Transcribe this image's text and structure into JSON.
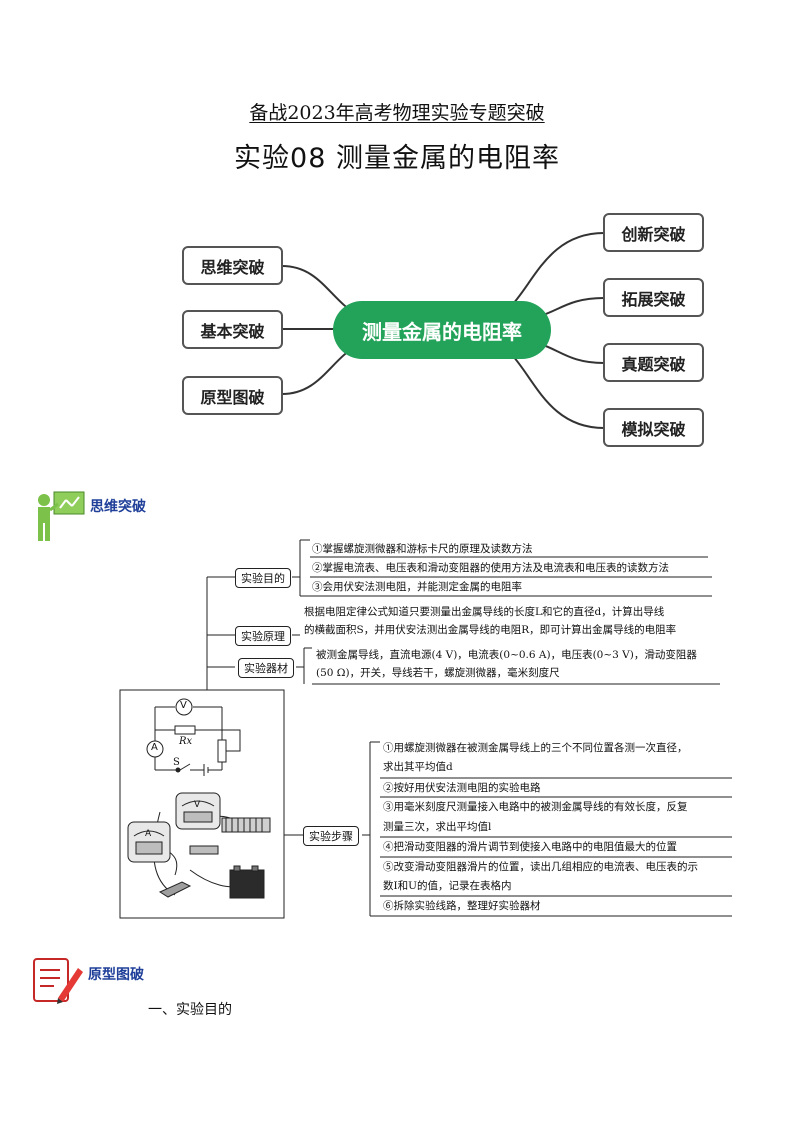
{
  "header": {
    "subtitle": "备战2023年高考物理实验专题突破",
    "title": "实验08  测量金属的电阻率"
  },
  "mindmap": {
    "center": "测量金属的电阻率",
    "left": [
      "思维突破",
      "基本突破",
      "原型图破"
    ],
    "right": [
      "创新突破",
      "拓展突破",
      "真题突破",
      "模拟突破"
    ],
    "center_color": "#23a35a"
  },
  "section_thinking": {
    "label": "思维突破"
  },
  "flow": {
    "purpose": {
      "tag": "实验目的",
      "items": [
        "①掌握螺旋测微器和游标卡尺的原理及读数方法",
        "②掌握电流表、电压表和滑动变阻器的使用方法及电流表和电压表的读数方法",
        "③会用伏安法测电阻，并能测定金属的电阻率"
      ]
    },
    "principle": {
      "tag": "实验原理",
      "lines": [
        "根据电阻定律公式知道只要测量出金属导线的长度L和它的直径d，计算出导线",
        "的横截面积S，并用伏安法测出金属导线的电阻R，即可计算出金属导线的电阻率"
      ]
    },
    "equipment": {
      "tag": "实验器材",
      "lines": [
        "被测金属导线，直流电源(4 V)，电流表(0~0.6 A)，电压表(0~3 V)，滑动变阻器",
        "(50 Ω)，开关，导线若干，螺旋测微器，毫米刻度尺"
      ]
    },
    "steps": {
      "tag": "实验步骤",
      "items": [
        [
          "①用螺旋测微器在被测金属导线上的三个不同位置各测一次直径，",
          "求出其平均值d"
        ],
        [
          "②按好用伏安法测电阻的实验电路"
        ],
        [
          "③用毫米刻度尺测量接入电路中的被测金属导线的有效长度，反复",
          "测量三次，求出平均值l"
        ],
        [
          "④把滑动变阻器的滑片调节到使接入电路中的电阻值最大的位置"
        ],
        [
          "⑤改变滑动变阻器滑片的位置，读出几组相应的电流表、电压表的示",
          "数I和U的值，记录在表格内"
        ],
        [
          "⑥拆除实验线路，整理好实验器材"
        ]
      ]
    },
    "circuit": {
      "voltmeter": "V",
      "ammeter": "A",
      "resistor": "Rx",
      "switch": "S",
      "meter_v": "V",
      "meter_a": "A"
    }
  },
  "section_prototype": {
    "label": "原型图破"
  },
  "heading_1": "一、实验目的"
}
